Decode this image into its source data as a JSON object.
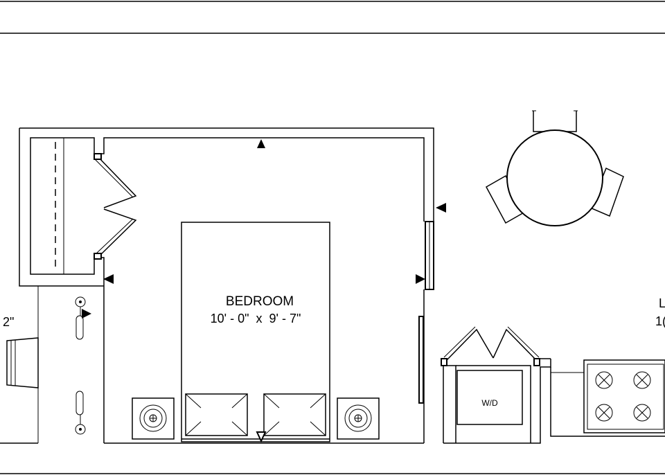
{
  "bedroom": {
    "name": "BEDROOM",
    "dimensions": "10' - 0\"  x  9' - 7\""
  },
  "laundry": {
    "label": "W/D"
  },
  "left_edge": {
    "partial_label": "2\""
  },
  "right_edge": {
    "partial_label_line1": "L",
    "partial_label_line2": "1("
  }
}
